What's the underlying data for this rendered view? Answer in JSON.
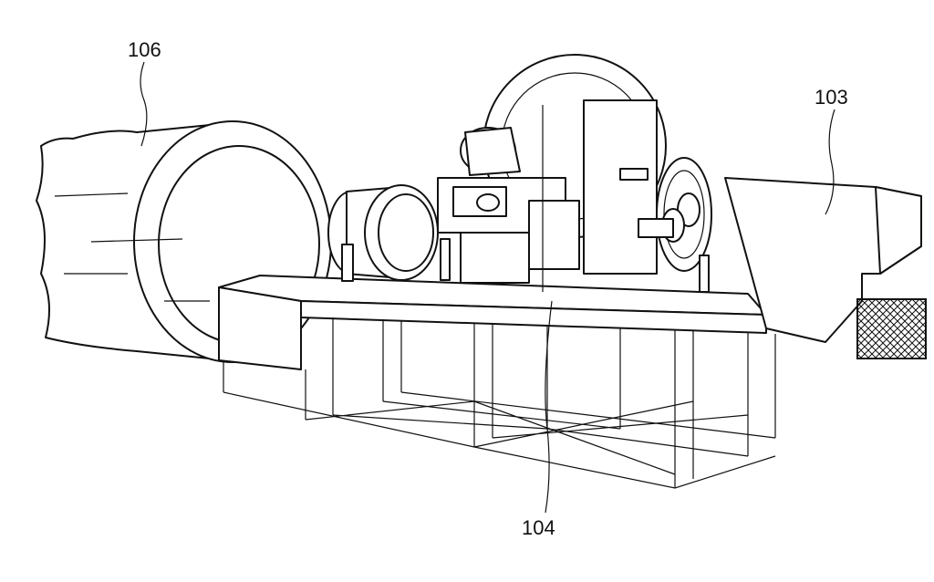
{
  "figure": {
    "labels": {
      "pipe": "106",
      "hopper": "103",
      "frame": "104"
    },
    "line_color": "#111111",
    "background": "#ffffff"
  }
}
